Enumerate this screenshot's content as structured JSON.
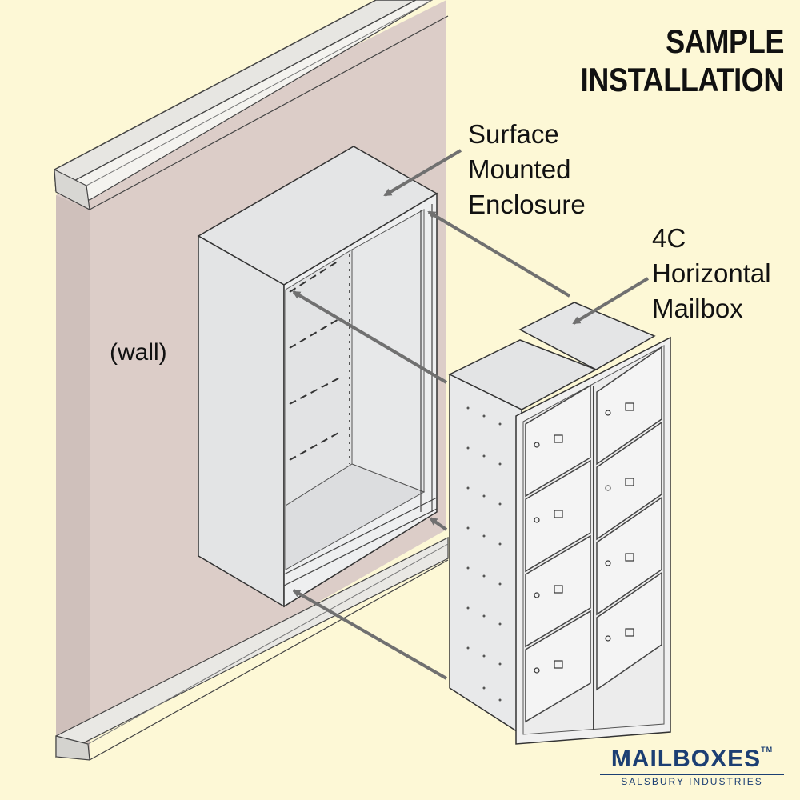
{
  "title": "SAMPLE INSTALLATION",
  "labels": {
    "enclosure": [
      "Surface",
      "Mounted",
      "Enclosure"
    ],
    "mailbox": [
      "4C",
      "Horizontal",
      "Mailbox"
    ],
    "wall": "(wall)"
  },
  "brand": {
    "name": "MAILBOXES",
    "trademark": "TM",
    "sub": "SALSBURY INDUSTRIES"
  },
  "colors": {
    "background": "#fdf8d6",
    "wall": "#dccdc8",
    "trim": "#ecebe7",
    "metal": "#e6e7e8",
    "arrow": "#707070",
    "brand": "#1c3f73"
  },
  "mailbox_doors": {
    "columns": 2,
    "rows": 4
  }
}
